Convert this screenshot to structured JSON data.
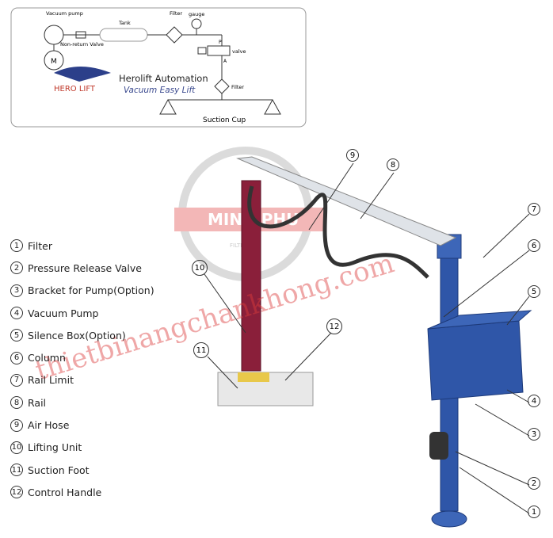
{
  "schematic": {
    "vacuum_pump": "Vacuum pump",
    "tank": "Tank",
    "filter_top": "Filter",
    "gauge": "gauge",
    "non_return_valve": "Non-return Valve",
    "motor": "M",
    "port_p": "P",
    "port_a": "A",
    "valve": "valve",
    "filter_bottom": "Filter",
    "suction_cup": "Suction  Cup",
    "brand_logo": "HERO LIFT",
    "company": "Herolift Automation",
    "tagline": "Vacuum Easy Lift"
  },
  "legend": [
    {
      "n": "1",
      "label": "Filter"
    },
    {
      "n": "2",
      "label": "Pressure Release Valve"
    },
    {
      "n": "3",
      "label": "Bracket for Pump(Option)"
    },
    {
      "n": "4",
      "label": "Vacuum Pump"
    },
    {
      "n": "5",
      "label": "Silence Box(Option)"
    },
    {
      "n": "6",
      "label": "Column"
    },
    {
      "n": "7",
      "label": "Rail Limit"
    },
    {
      "n": "8",
      "label": "Rail"
    },
    {
      "n": "9",
      "label": "Air Hose"
    },
    {
      "n": "10",
      "label": "Lifting Unit"
    },
    {
      "n": "11",
      "label": " Suction Foot"
    },
    {
      "n": "12",
      "label": "Control Handle"
    }
  ],
  "callouts": {
    "c1": "1",
    "c2": "2",
    "c3": "3",
    "c4": "4",
    "c5": "5",
    "c6": "6",
    "c7": "7",
    "c8": "8",
    "c9": "9",
    "c10": "10",
    "c11": "11",
    "c12": "12"
  },
  "watermark": {
    "text": "thietbinangchankhong.com",
    "seal": "MINH PHU",
    "seal_sub": "FILTRATION"
  },
  "colors": {
    "column": "#2f56a8",
    "lift_tube": "#8a1f3a",
    "watermark": "#dc3c3c"
  }
}
